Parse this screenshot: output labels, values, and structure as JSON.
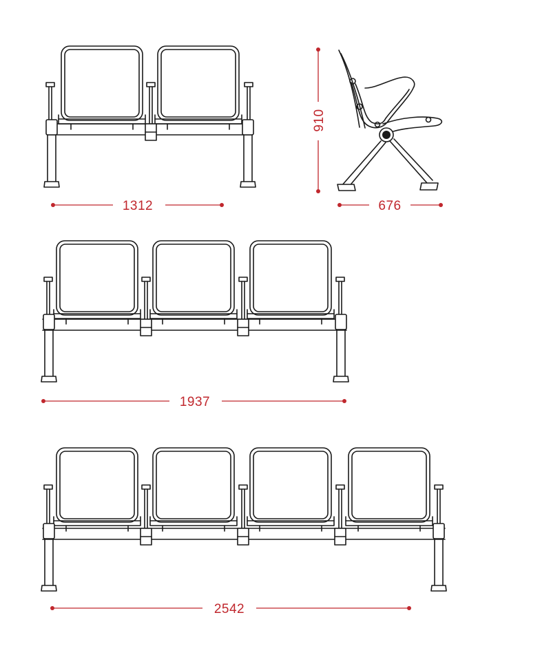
{
  "dimensions": {
    "two_seat_width": "1312",
    "side_height": "910",
    "side_depth": "676",
    "three_seat_width": "1937",
    "four_seat_width": "2542"
  },
  "colors": {
    "dimension": "#c0272d",
    "line": "#1a1a1a",
    "background": "#ffffff"
  }
}
